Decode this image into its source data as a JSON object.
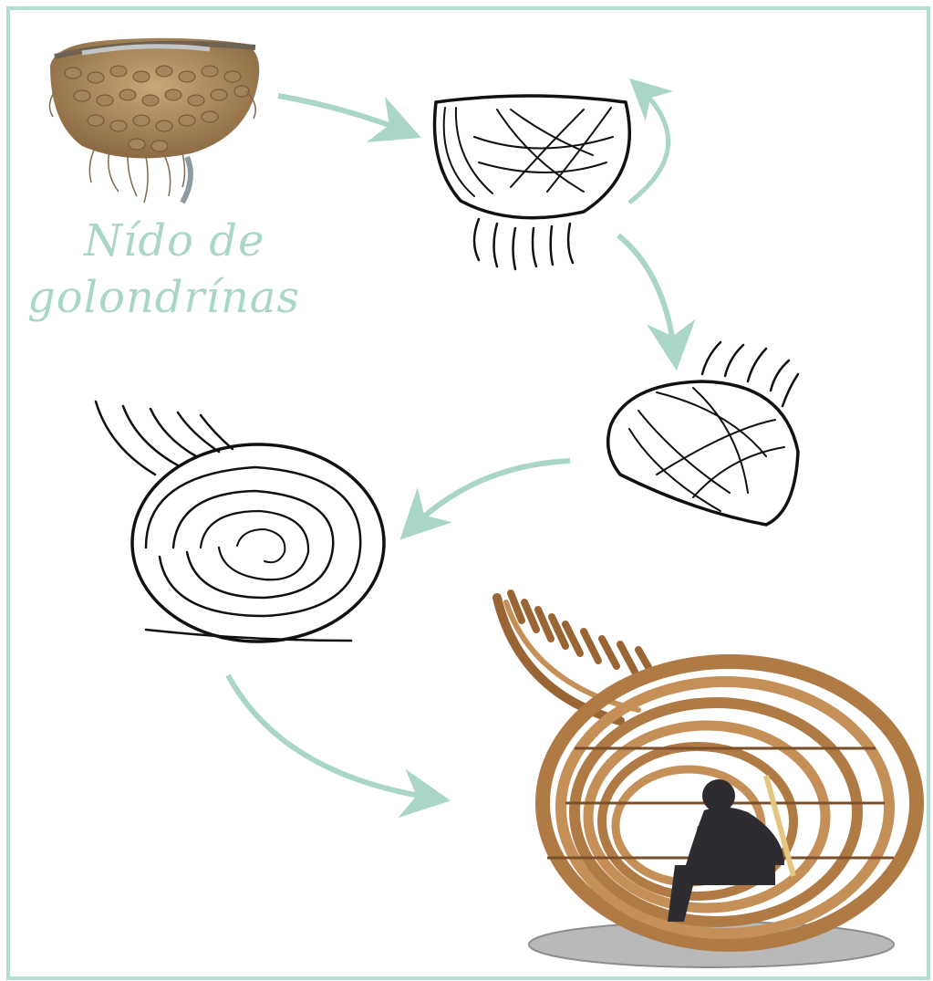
{
  "caption": {
    "line1": "Nído de",
    "line2": "golondrínas"
  },
  "colors": {
    "frame": "#b3ddd0",
    "arrow": "#a9d6c6",
    "sketch": "#111111",
    "wood": "#b07a45",
    "wood_dark": "#7a4f2a",
    "figure": "#2e2c30",
    "base": "#b9b9b9"
  },
  "icons": [
    "swallow-nest-illustration",
    "nest-sketch",
    "rotated-nest-sketch",
    "spiral-sketch",
    "wooden-pavilion-render",
    "flow-arrow"
  ]
}
